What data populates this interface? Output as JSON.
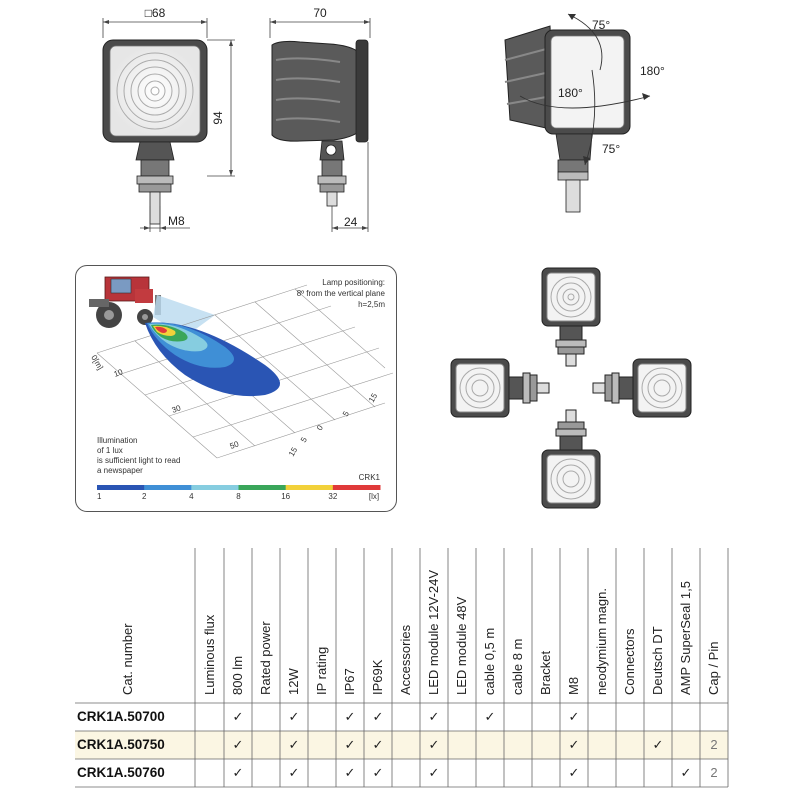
{
  "dimensions": {
    "width_square": "□68",
    "height": "94",
    "depth": "70",
    "thread": "M8",
    "offset": "24"
  },
  "rotation": {
    "top": "75°",
    "right": "180°",
    "left": "180°",
    "bottom": "75°"
  },
  "illumination": {
    "positioning_title": "Lamp positioning:",
    "positioning_angle": "8º from the vertical plane",
    "positioning_height": "h=2,5m",
    "axis_origin": "0[m]",
    "axis_depth": [
      "10",
      "30",
      "50"
    ],
    "axis_width": [
      "15",
      "5",
      "0",
      "5",
      "15"
    ],
    "note_lines": [
      "Illumination",
      "of 1 lux",
      "is sufficient light to read",
      "a newspaper"
    ],
    "model": "CRK1",
    "scale_values": [
      "1",
      "2",
      "4",
      "8",
      "16",
      "32",
      "[lx]"
    ],
    "scale_colors": [
      "#2a55b4",
      "#3f8fd6",
      "#86cde0",
      "#3aa65a",
      "#f2d13a",
      "#e03a3a"
    ]
  },
  "table": {
    "headers": [
      "Cat. number",
      "Luminous flux",
      "800 lm",
      "Rated power",
      "12W",
      "IP rating",
      "IP67",
      "IP69K",
      "Accessories",
      "LED module 12V-24V",
      "LED module 48V",
      "cable 0,5 m",
      "cable 8 m",
      "Bracket",
      "M8",
      "neodymium magn.",
      "Connectors",
      "Deutsch DT",
      "AMP SuperSeal 1,5",
      "Cap / Pin"
    ],
    "rows": [
      {
        "cat": "CRK1A.50700",
        "cells": [
          "",
          "✓",
          "",
          "✓",
          "",
          "✓",
          "✓",
          "",
          "✓",
          "",
          "✓",
          "",
          "",
          "✓",
          "",
          "",
          "",
          "",
          ""
        ]
      },
      {
        "cat": "CRK1A.50750",
        "cells": [
          "",
          "✓",
          "",
          "✓",
          "",
          "✓",
          "✓",
          "",
          "✓",
          "",
          "",
          "",
          "",
          "✓",
          "",
          "",
          "✓",
          "",
          "2"
        ]
      },
      {
        "cat": "CRK1A.50760",
        "cells": [
          "",
          "✓",
          "",
          "✓",
          "",
          "✓",
          "✓",
          "",
          "✓",
          "",
          "",
          "",
          "",
          "✓",
          "",
          "",
          "",
          "✓",
          "2"
        ]
      }
    ],
    "highlight_color": "#fbf6e3"
  }
}
